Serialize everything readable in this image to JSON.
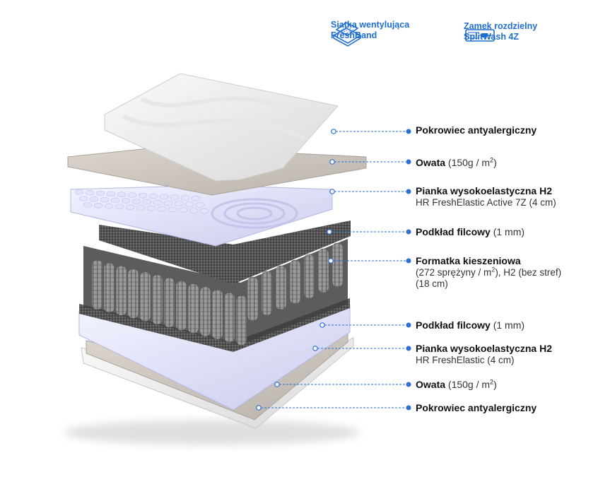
{
  "features": [
    {
      "icon": "ventilation-mesh-icon",
      "line1": "Siatka wentylująca",
      "line2": "FreshBand"
    },
    {
      "icon": "zipper-icon",
      "line1": "Zamek rozdzielny",
      "line2": "SplitWash 4Z"
    }
  ],
  "layers": [
    {
      "name": "Pokrowiec antyalergiczny",
      "spec": "",
      "sub": ""
    },
    {
      "name": "Owata",
      "spec": " (150g / m",
      "sup": "2",
      "spec_end": ")",
      "sub": ""
    },
    {
      "name": "Pianka wysokoelastyczna H2",
      "spec": "",
      "sub": "HR FreshElastic Active 7Z (4 cm)"
    },
    {
      "name": "Podkład filcowy",
      "spec": " (1 mm)",
      "sub": ""
    },
    {
      "name": "Formatka kieszeniowa",
      "spec": "",
      "sub": "(272 sprężyny / m",
      "sub_sup": "2",
      "sub_end": "), H2 (bez stref)",
      "sub2": "(18 cm)"
    },
    {
      "name": "Podkład filcowy",
      "spec": " (1 mm)",
      "sub": ""
    },
    {
      "name": "Pianka wysokoelastyczna H2",
      "spec": "",
      "sub": "HR FreshElastic (4 cm)"
    },
    {
      "name": "Owata",
      "spec": " (150g / m",
      "sup": "2",
      "spec_end": ")",
      "sub": ""
    },
    {
      "name": "Pokrowiec antyalergiczny",
      "spec": "",
      "sub": ""
    }
  ],
  "colors": {
    "accent": "#1f6fd1",
    "leader": "#2a6fd6"
  }
}
